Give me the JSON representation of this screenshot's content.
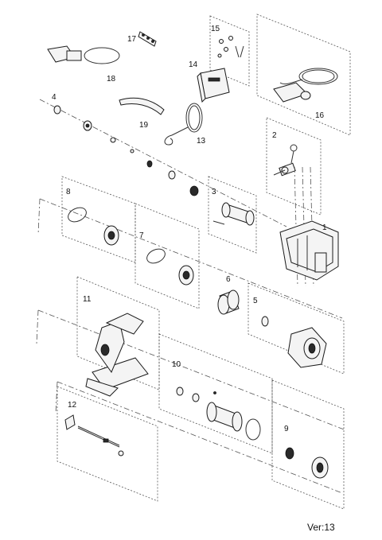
{
  "callouts": {
    "c1": "1",
    "c2": "2",
    "c3": "3",
    "c4": "4",
    "c5": "5",
    "c6": "6",
    "c7": "7",
    "c8": "8",
    "c9": "9",
    "c10": "10",
    "c11": "11",
    "c12": "12",
    "c13": "13",
    "c14": "14",
    "c15": "15",
    "c16": "16",
    "c17": "17",
    "c18": "18",
    "c19": "19"
  },
  "version_label": "Ver:13"
}
